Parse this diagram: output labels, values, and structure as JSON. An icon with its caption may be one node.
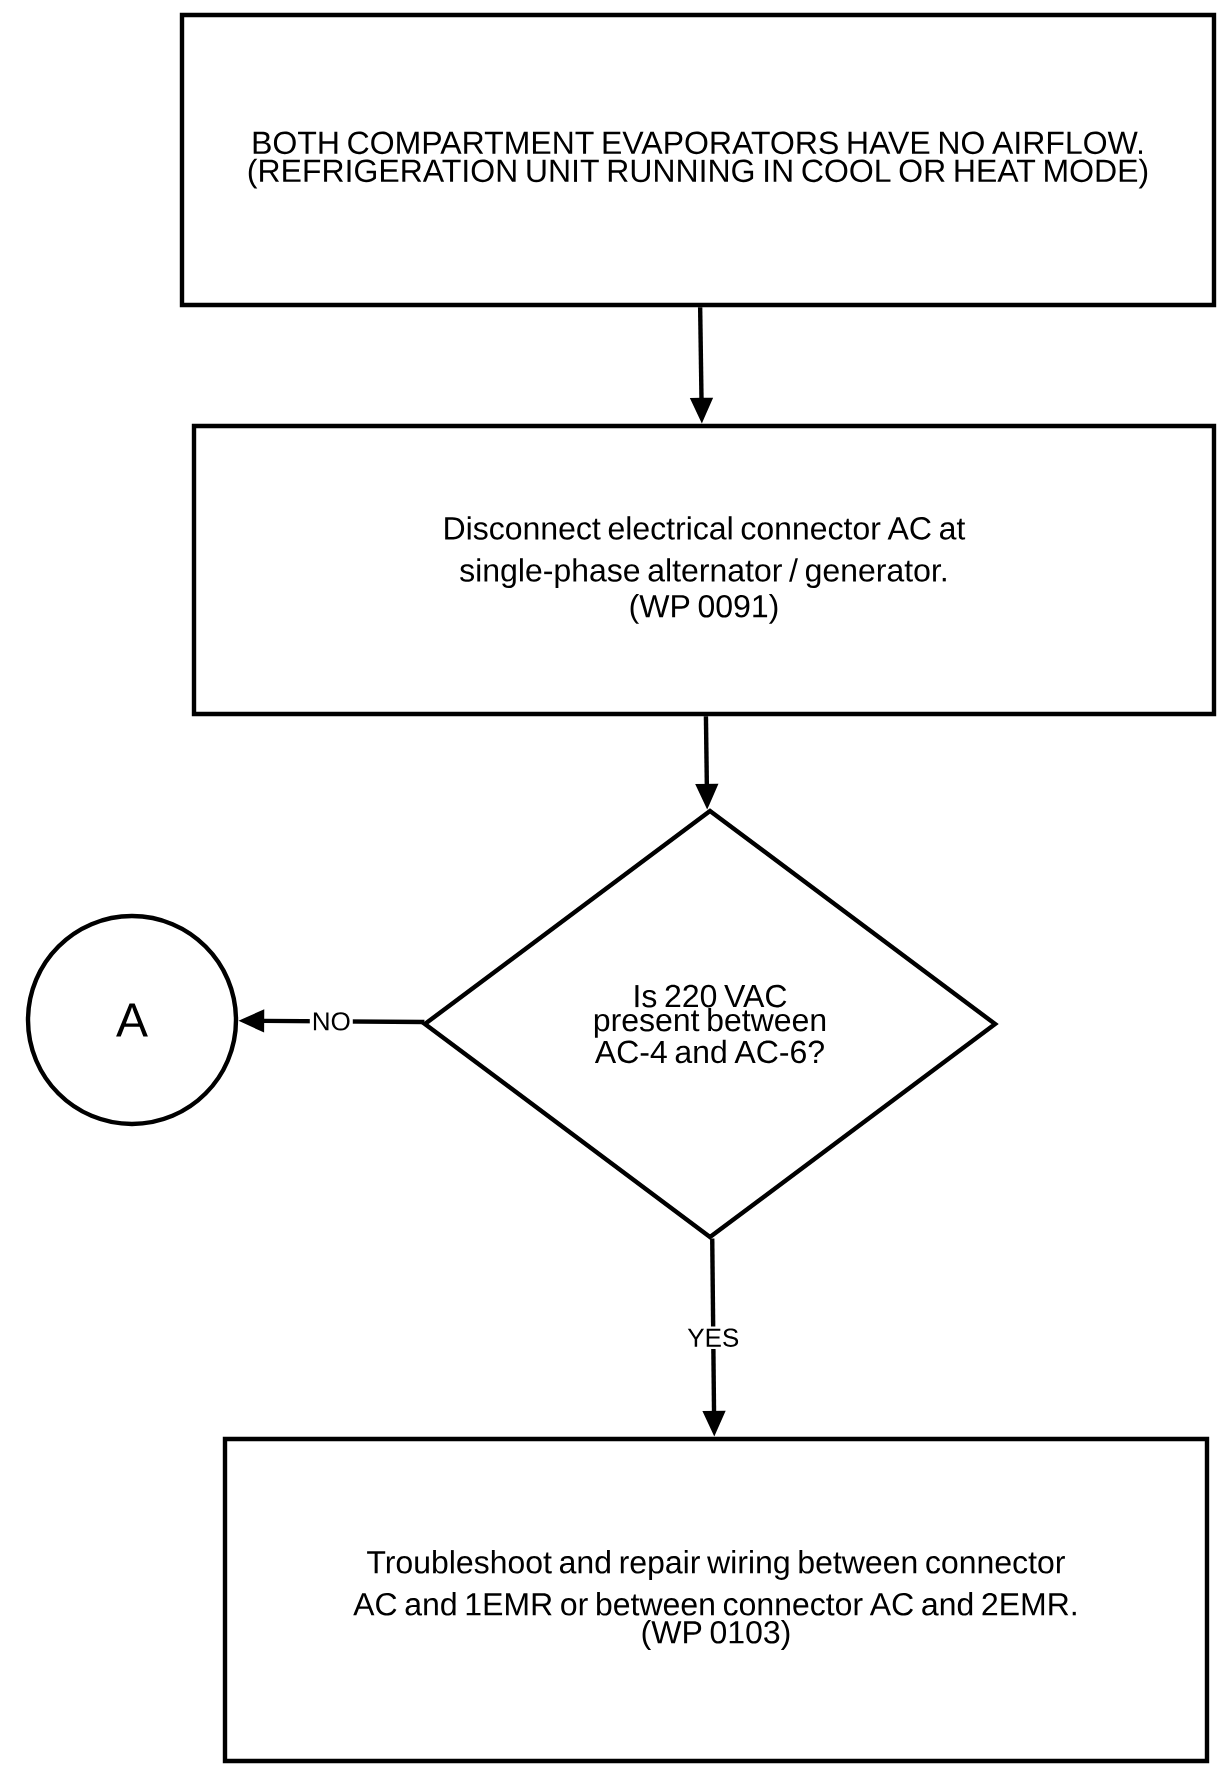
{
  "diagram": {
    "nodes": [
      {
        "text": [
          "BOTH COMPARTMENT EVAPORATORS HAVE NO AIRFLOW.",
          "(REFRIGERATION UNIT RUNNING IN COOL OR HEAT MODE)"
        ]
      },
      {
        "text": [
          "Disconnect electrical connector AC at single-phase alternator / generator.",
          "(WP 0091)"
        ]
      },
      {
        "text": [
          "Is 220 VAC present between AC-4 and AC-6?"
        ]
      },
      {
        "text": [
          "A"
        ]
      },
      {
        "text": [
          "Troubleshoot and repair wiring between connector AC and 1EMR or between connector AC and 2EMR.",
          "(WP 0103)"
        ]
      }
    ],
    "edges": [
      {
        "from": 0,
        "to": 1,
        "arrow": "to"
      },
      {
        "from": 1,
        "to": 2,
        "arrow": "to"
      },
      {
        "from": 2,
        "to": 3,
        "arrow": "to",
        "label": "NO"
      },
      {
        "from": 2,
        "to": 4,
        "arrow": "to",
        "label": "YES"
      }
    ]
  }
}
